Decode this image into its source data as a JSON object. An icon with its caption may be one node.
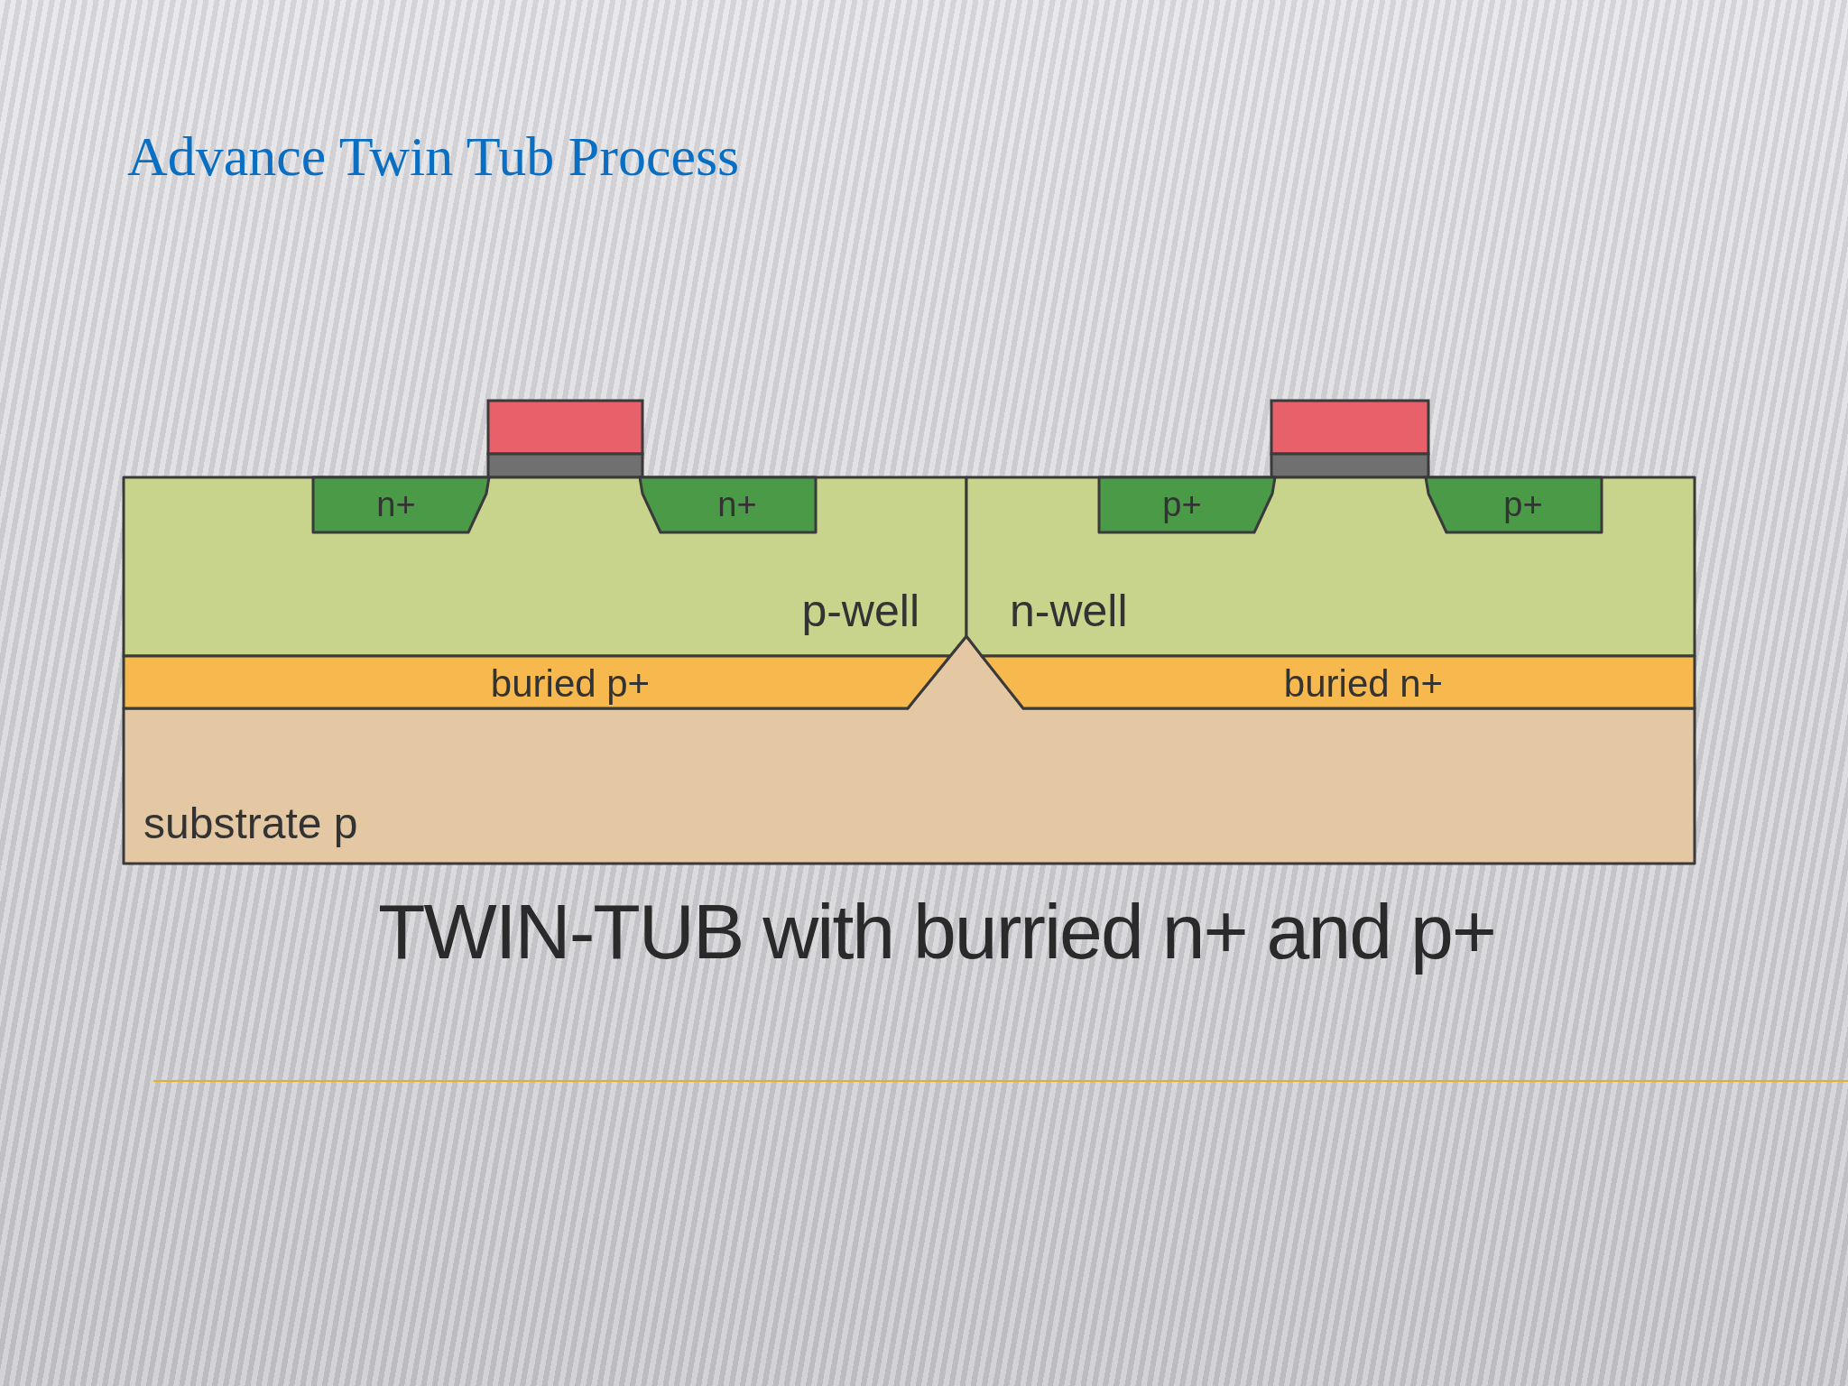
{
  "diagram": {
    "title": "Advance Twin Tub Process",
    "caption": "TWIN-TUB with burried n+ and p+",
    "nodes": [
      {
        "text": [
          "p-well"
        ]
      },
      {
        "text": [
          "n+"
        ],
        "in": 0
      },
      {
        "text": [
          "n+"
        ],
        "in": 0
      },
      {
        "text": [
          "n-well"
        ]
      },
      {
        "text": [
          "p+"
        ],
        "in": 3
      },
      {
        "text": [
          "p+"
        ],
        "in": 3
      },
      {
        "text": [
          "buried p+"
        ]
      },
      {
        "text": [
          "buried n+"
        ]
      },
      {
        "text": [
          "substrate p"
        ]
      }
    ]
  }
}
